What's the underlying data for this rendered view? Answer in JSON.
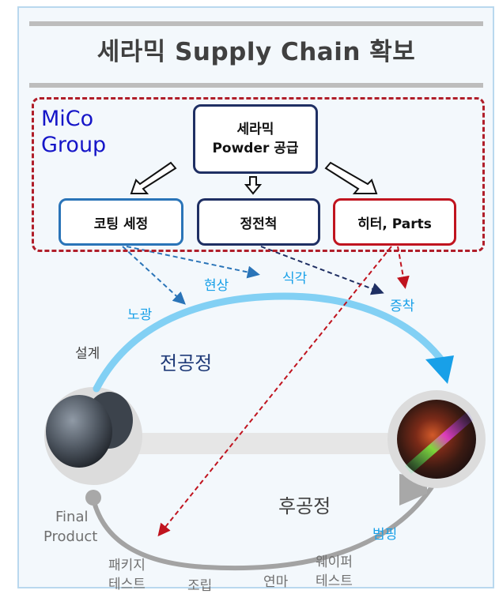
{
  "title": "세라믹 Supply Chain 확보",
  "group": {
    "line1": "MiCo",
    "line2": "Group"
  },
  "boxes": {
    "powder": {
      "line1": "세라믹",
      "line2": "Powder 공급"
    },
    "coating": "코팅 세정",
    "chuck": "정전척",
    "heater": "히터, Parts"
  },
  "front_end": {
    "label": "전공정",
    "steps": {
      "design": "설계",
      "exposure": "노광",
      "develop": "현상",
      "etch": "식각",
      "deposition": "증착"
    }
  },
  "back_end": {
    "label": "후공정",
    "steps": {
      "bumping": "범핑",
      "wafer_test_1": "웨이퍼",
      "wafer_test_2": "테스트",
      "grinding": "연마",
      "assembly": "조립",
      "package_test_1": "패키지",
      "package_test_2": "테스트",
      "final_1": "Final",
      "final_2": "Product"
    }
  },
  "colors": {
    "dashed_box": "#b01e2a",
    "front_arc": "#7fd0f4",
    "back_arc": "#a0a0a0",
    "step_blue": "#18a0e8"
  }
}
